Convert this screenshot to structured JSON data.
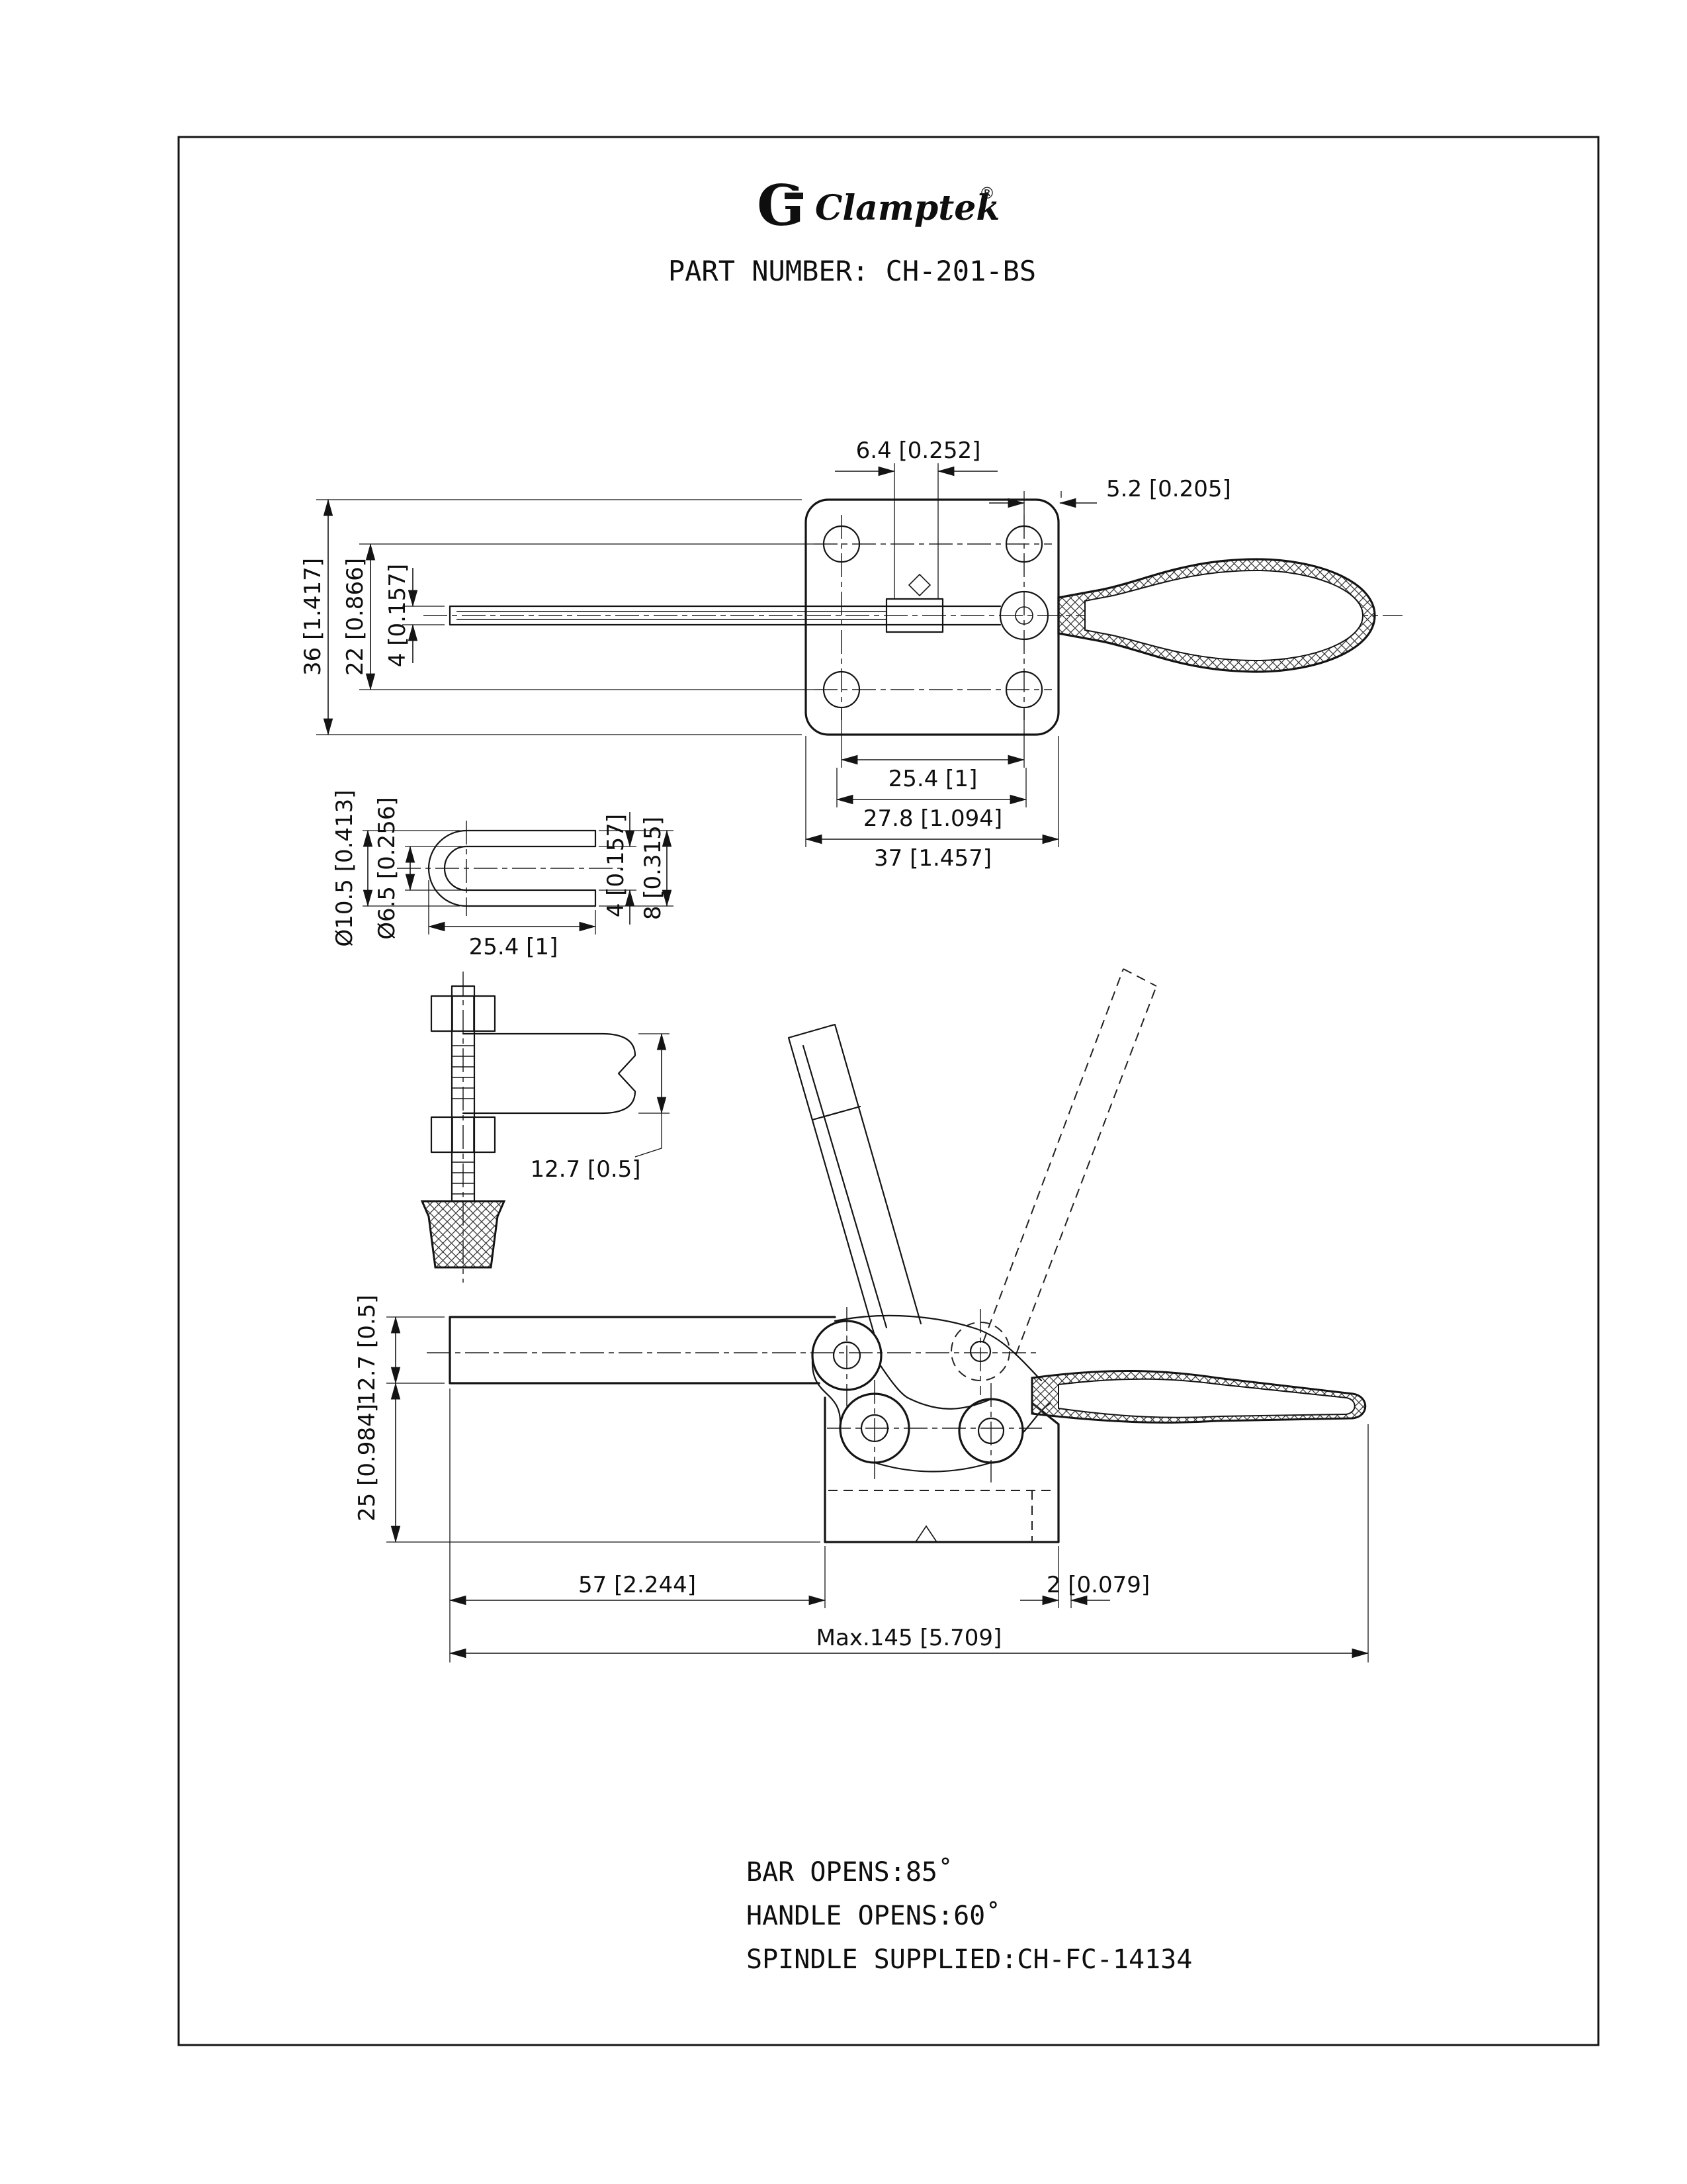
{
  "page": {
    "background": "#ffffff",
    "line_color": "#141414"
  },
  "header": {
    "logo_mark": "G",
    "logo_text": "Clamptek",
    "registered": "®",
    "part_number": "PART NUMBER: CH-201-BS"
  },
  "top_view": {
    "dim_width_64": "6.4 [0.252]",
    "dim_edge_52": "5.2 [0.205]",
    "dim_height_36": "36 [1.417]",
    "dim_holes_v_22": "22 [0.866]",
    "dim_bar_4": "4 [0.157]",
    "dim_holes_h_254": "25.4 [1]",
    "dim_278": "27.8 [1.094]",
    "dim_plate_37": "37 [1.457]"
  },
  "clevis_view": {
    "dim_od": "Ø10.5 [0.413]",
    "dim_id": "Ø6.5 [0.256]",
    "dim_254": "25.4 [1]",
    "dim_4": "4 [0.157]",
    "dim_8": "8 [0.315]"
  },
  "spindle_view": {
    "dim_127": "12.7 [0.5]"
  },
  "side_view": {
    "dim_bar_127": "12.7 [0.5]",
    "dim_25": "25 [0.984]",
    "dim_57": "57 [2.244]",
    "dim_2": "2 [0.079]",
    "dim_max": "Max.145 [5.709]"
  },
  "notes": {
    "bar_opens": "BAR OPENS:85˚",
    "handle_opens": "HANDLE OPENS:60˚",
    "spindle_supplied": "SPINDLE SUPPLIED:CH-FC-14134"
  }
}
